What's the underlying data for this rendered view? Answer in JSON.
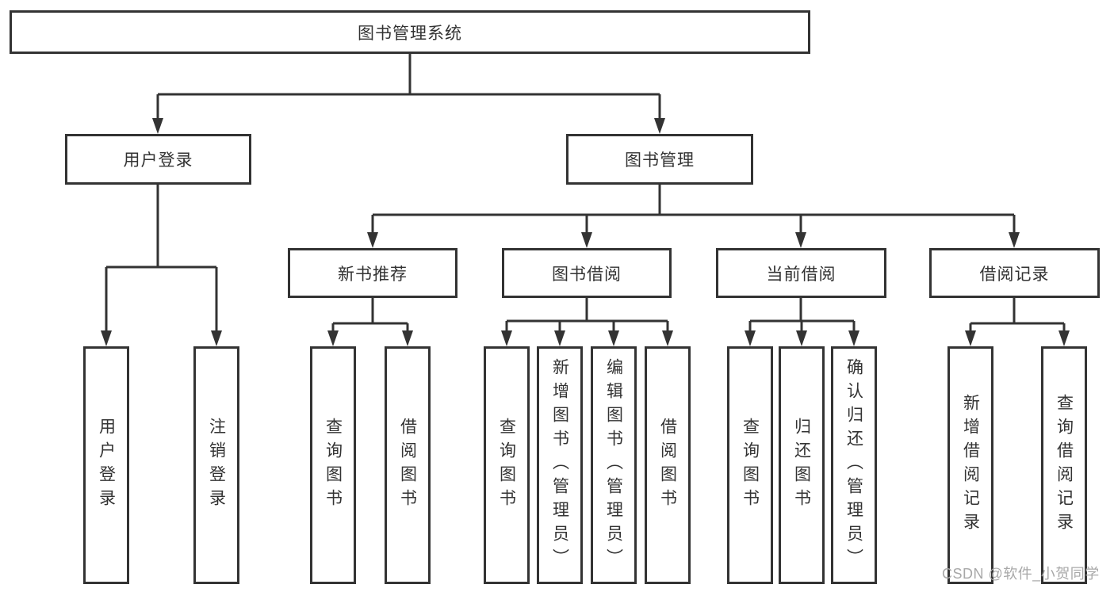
{
  "diagram": {
    "root": {
      "label": "图书管理系统"
    },
    "level2": [
      {
        "label": "用户登录"
      },
      {
        "label": "图书管理"
      }
    ],
    "level3": [
      {
        "label": "新书推荐",
        "parent": "图书管理"
      },
      {
        "label": "图书借阅",
        "parent": "图书管理"
      },
      {
        "label": "当前借阅",
        "parent": "图书管理"
      },
      {
        "label": "借阅记录",
        "parent": "图书管理"
      }
    ],
    "leaves": [
      {
        "label": "用户登录",
        "parent": "用户登录"
      },
      {
        "label": "注销登录",
        "parent": "用户登录"
      },
      {
        "label": "查询图书",
        "parent": "新书推荐"
      },
      {
        "label": "借阅图书",
        "parent": "新书推荐"
      },
      {
        "label": "查询图书",
        "parent": "图书借阅"
      },
      {
        "label": "新增图书（管理员）",
        "parent": "图书借阅"
      },
      {
        "label": "编辑图书（管理员）",
        "parent": "图书借阅"
      },
      {
        "label": "借阅图书",
        "parent": "图书借阅"
      },
      {
        "label": "查询图书",
        "parent": "当前借阅"
      },
      {
        "label": "归还图书",
        "parent": "当前借阅"
      },
      {
        "label": "确认归还（管理员）",
        "parent": "当前借阅"
      },
      {
        "label": "新增借阅记录",
        "parent": "借阅记录"
      },
      {
        "label": "查询借阅记录",
        "parent": "借阅记录"
      }
    ]
  },
  "watermark": {
    "text": "CSDN @软件_小贺同学"
  },
  "colors": {
    "line": "#333333",
    "text": "#333333",
    "background": "#ffffff",
    "watermark": "#a8a8a8"
  }
}
